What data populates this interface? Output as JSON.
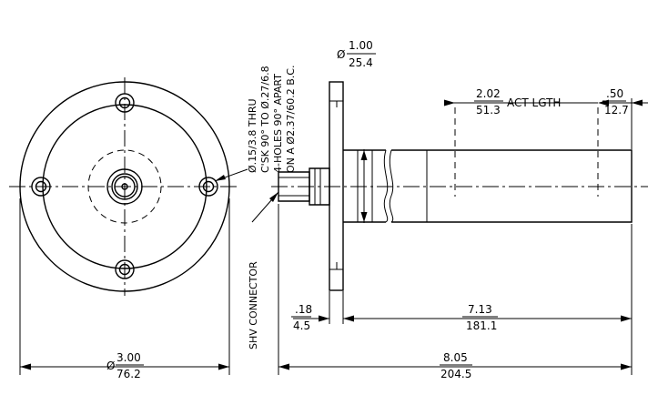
{
  "dimensions": {
    "front_diameter": {
      "prefix": "Ø",
      "inch": "3.00",
      "mm": "76.2"
    },
    "flange_neck_diameter": {
      "prefix": "Ø",
      "inch": "1.00",
      "mm": "25.4"
    },
    "active_length": {
      "inch": "2.02",
      "mm": "51.3",
      "label": "ACT LGTH"
    },
    "end_offset": {
      "inch": ".50",
      "mm": "12.7"
    },
    "flange_thickness": {
      "inch": ".18",
      "mm": "4.5"
    },
    "body_length": {
      "inch": "7.13",
      "mm": "181.1"
    },
    "overall_length": {
      "inch": "8.05",
      "mm": "204.5"
    }
  },
  "notes": {
    "hole_line1": "Ø.15/3.8 THRU",
    "hole_line2": "C'SK 90° TO Ø.27/6.8",
    "hole_line3": "4-HOLES 90° APART",
    "hole_line4": "ON A Ø2.37/60.2 B.C."
  },
  "connector_label": "SHV CONNECTOR"
}
